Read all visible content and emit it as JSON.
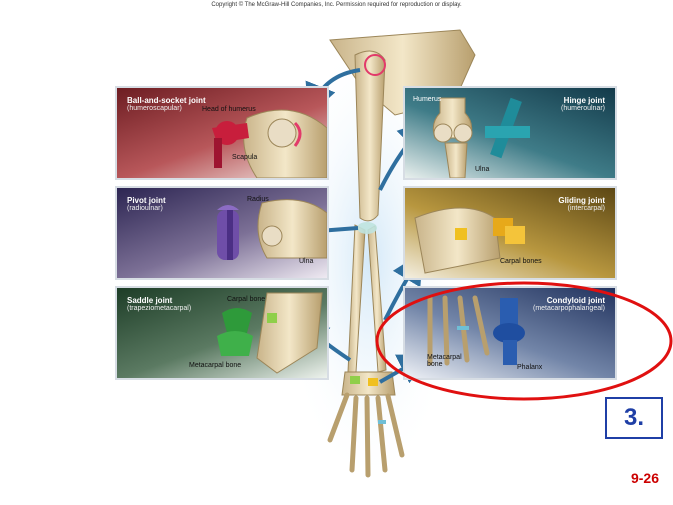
{
  "copyright": "Copyright © The McGraw-Hill Companies, Inc. Permission required for reproduction or display.",
  "panels": {
    "ball": {
      "title": "Ball-and-socket joint",
      "subtitle": "(humeroscapular)",
      "labels": {
        "head": "Head of humerus",
        "scapula": "Scapula"
      }
    },
    "hinge": {
      "title": "Hinge joint",
      "subtitle": "(humeroulnar)",
      "labels": {
        "humerus": "Humerus",
        "ulna": "Ulna"
      }
    },
    "pivot": {
      "title": "Pivot joint",
      "subtitle": "(radioulnar)",
      "labels": {
        "radius": "Radius",
        "ulna": "Ulna"
      }
    },
    "gliding": {
      "title": "Gliding joint",
      "subtitle": "(intercarpal)",
      "labels": {
        "carpal": "Carpal bones"
      }
    },
    "saddle": {
      "title": "Saddle joint",
      "subtitle": "(trapeziometacarpal)",
      "labels": {
        "carpal": "Carpal bone",
        "metacarpal": "Metacarpal bone"
      }
    },
    "condyloid": {
      "title": "Condyloid joint",
      "subtitle": "(metacarpophalangeal)",
      "labels": {
        "metacarpal": "Metacarpal bone",
        "phalanx": "Phalanx"
      }
    }
  },
  "step_number": "3.",
  "slide_number": "9-26",
  "colors": {
    "highlight_ring": "#e01010",
    "step_box": "#1f3fa6",
    "slide_number": "#cc0000",
    "arrow": "#2f6f9f"
  }
}
